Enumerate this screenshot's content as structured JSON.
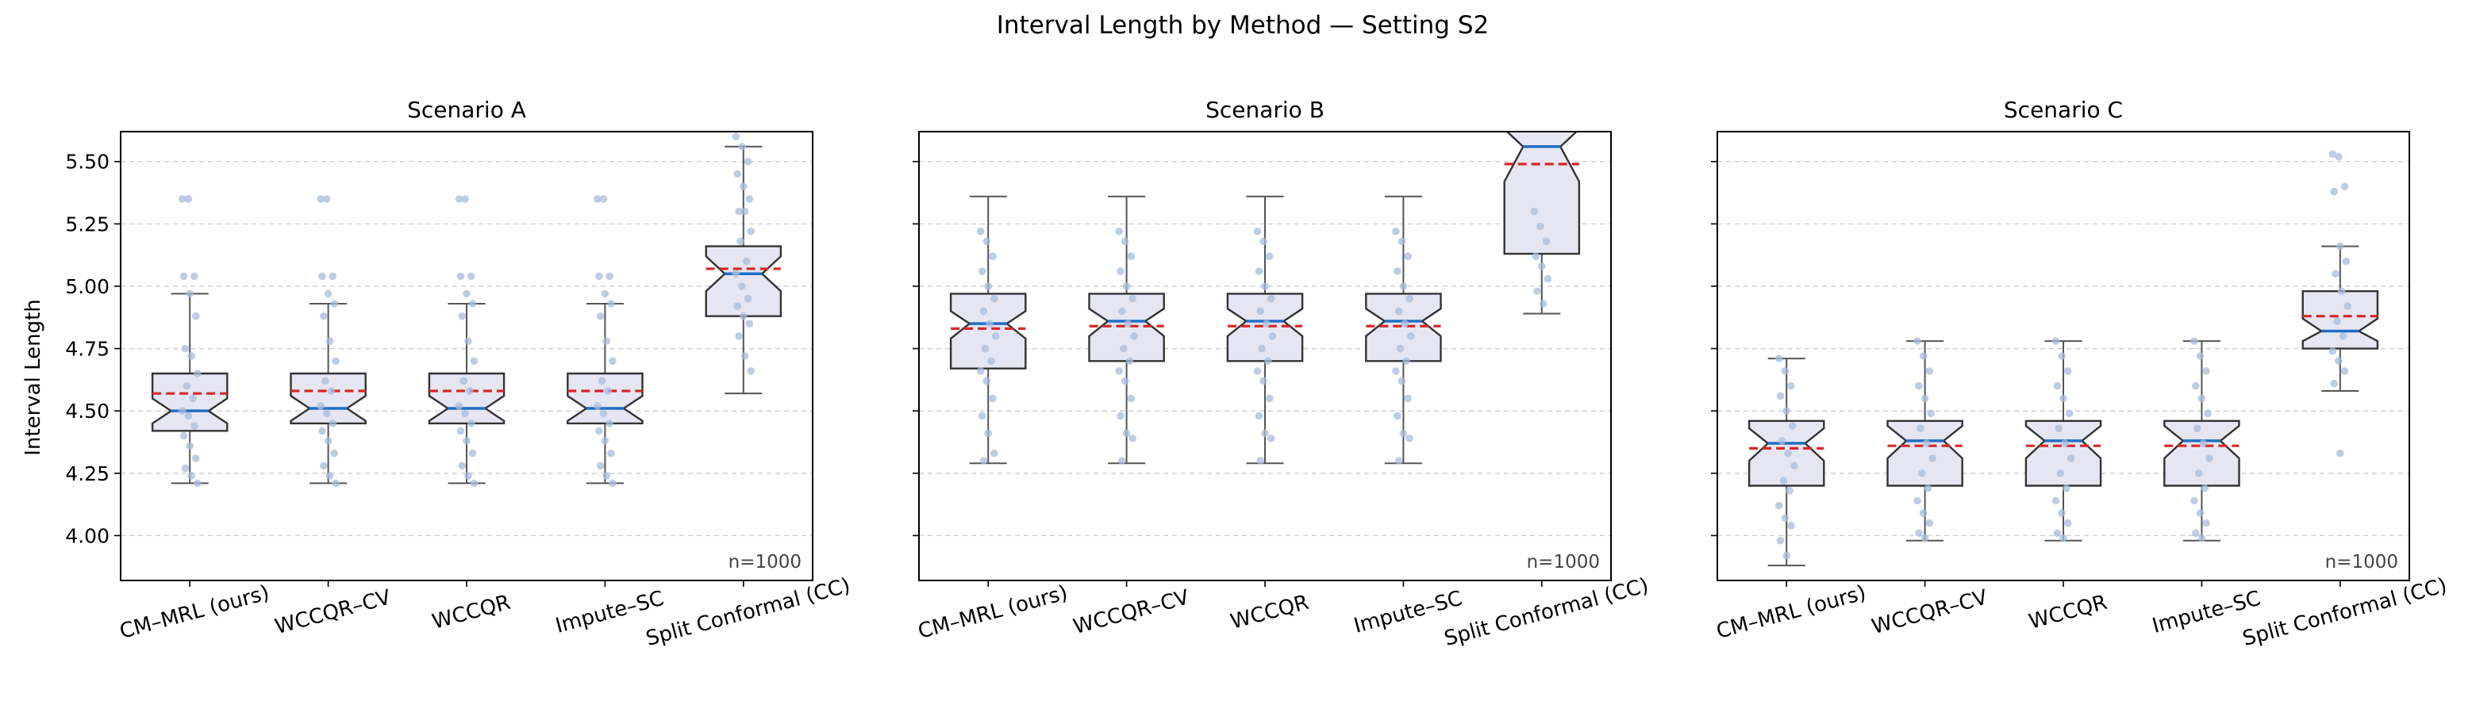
{
  "figure": {
    "title": "Interval Length by Method — Setting S2",
    "ylabel": "Interval Length",
    "colors": {
      "box_fill": "#e6e6f2",
      "box_edge": "#333333",
      "median": "#1f6fc5",
      "mean": "#d62728",
      "points": "#a9bcd9",
      "grid": "#cccccc",
      "whisker": "#555555"
    }
  },
  "chart_data": [
    {
      "type": "box",
      "title": "Scenario A",
      "note": "n=1000",
      "ylim": [
        3.82,
        5.62
      ],
      "yticks": [
        "4.00",
        "4.25",
        "4.50",
        "4.75",
        "5.00",
        "5.25",
        "5.50"
      ],
      "grid": true,
      "categories": [
        "CM–MRL (ours)",
        "WCCQR–CV",
        "WCCQR",
        "Impute–SC",
        "Split Conformal (CC)"
      ],
      "boxes": [
        {
          "whislo": 4.21,
          "q1": 4.42,
          "med": 4.5,
          "q3": 4.65,
          "whishi": 4.97,
          "mean": 4.57,
          "notch_lo": 4.45,
          "notch_hi": 4.55,
          "points": [
            5.35,
            5.35,
            5.04,
            5.04,
            4.97,
            4.88,
            4.75,
            4.72,
            4.65,
            4.6,
            4.55,
            4.5,
            4.48,
            4.44,
            4.4,
            4.36,
            4.31,
            4.27,
            4.24,
            4.21
          ]
        },
        {
          "whislo": 4.21,
          "q1": 4.45,
          "med": 4.51,
          "q3": 4.65,
          "whishi": 4.93,
          "mean": 4.58,
          "notch_lo": 4.46,
          "notch_hi": 4.56,
          "points": [
            5.35,
            5.35,
            5.04,
            5.04,
            4.97,
            4.93,
            4.88,
            4.78,
            4.7,
            4.62,
            4.58,
            4.52,
            4.49,
            4.45,
            4.42,
            4.38,
            4.33,
            4.28,
            4.24,
            4.21
          ]
        },
        {
          "whislo": 4.21,
          "q1": 4.45,
          "med": 4.51,
          "q3": 4.65,
          "whishi": 4.93,
          "mean": 4.58,
          "notch_lo": 4.46,
          "notch_hi": 4.56,
          "points": [
            5.35,
            5.35,
            5.04,
            5.04,
            4.97,
            4.93,
            4.88,
            4.78,
            4.7,
            4.62,
            4.58,
            4.52,
            4.49,
            4.45,
            4.42,
            4.38,
            4.33,
            4.28,
            4.24,
            4.21
          ]
        },
        {
          "whislo": 4.21,
          "q1": 4.45,
          "med": 4.51,
          "q3": 4.65,
          "whishi": 4.93,
          "mean": 4.58,
          "notch_lo": 4.46,
          "notch_hi": 4.56,
          "points": [
            5.35,
            5.35,
            5.04,
            5.04,
            4.97,
            4.93,
            4.88,
            4.78,
            4.7,
            4.62,
            4.58,
            4.52,
            4.49,
            4.45,
            4.42,
            4.38,
            4.33,
            4.28,
            4.24,
            4.21
          ]
        },
        {
          "whislo": 4.57,
          "q1": 4.88,
          "med": 5.05,
          "q3": 5.16,
          "whishi": 5.56,
          "mean": 5.07,
          "notch_lo": 4.98,
          "notch_hi": 5.12,
          "points": [
            5.6,
            5.56,
            5.5,
            5.45,
            5.4,
            5.35,
            5.3,
            5.3,
            5.22,
            5.18,
            5.1,
            5.05,
            5.0,
            4.95,
            4.92,
            4.88,
            4.85,
            4.8,
            4.72,
            4.66
          ]
        }
      ]
    },
    {
      "type": "box",
      "title": "Scenario B",
      "note": "n=1000",
      "ylim": [
        3.82,
        5.62
      ],
      "yticks": [
        "4.00",
        "4.25",
        "4.50",
        "4.75",
        "5.00",
        "5.25",
        "5.50"
      ],
      "grid": true,
      "categories": [
        "CM–MRL (ours)",
        "WCCQR–CV",
        "WCCQR",
        "Impute–SC",
        "Split Conformal (CC)"
      ],
      "boxes": [
        {
          "whislo": 4.29,
          "q1": 4.67,
          "med": 4.85,
          "q3": 4.97,
          "whishi": 5.36,
          "mean": 4.83,
          "notch_lo": 4.79,
          "notch_hi": 4.9,
          "points": [
            5.22,
            5.18,
            5.12,
            5.06,
            5.0,
            4.95,
            4.9,
            4.85,
            4.8,
            4.75,
            4.7,
            4.66,
            4.62,
            4.55,
            4.48,
            4.41,
            4.33,
            4.3
          ]
        },
        {
          "whislo": 4.29,
          "q1": 4.7,
          "med": 4.86,
          "q3": 4.97,
          "whishi": 5.36,
          "mean": 4.84,
          "notch_lo": 4.8,
          "notch_hi": 4.91,
          "points": [
            5.22,
            5.18,
            5.12,
            5.06,
            5.0,
            4.95,
            4.9,
            4.85,
            4.8,
            4.75,
            4.7,
            4.66,
            4.62,
            4.55,
            4.48,
            4.41,
            4.39,
            4.3
          ]
        },
        {
          "whislo": 4.29,
          "q1": 4.7,
          "med": 4.86,
          "q3": 4.97,
          "whishi": 5.36,
          "mean": 4.84,
          "notch_lo": 4.8,
          "notch_hi": 4.91,
          "points": [
            5.22,
            5.18,
            5.12,
            5.06,
            5.0,
            4.95,
            4.9,
            4.85,
            4.8,
            4.75,
            4.7,
            4.66,
            4.62,
            4.55,
            4.48,
            4.41,
            4.39,
            4.3
          ]
        },
        {
          "whislo": 4.29,
          "q1": 4.7,
          "med": 4.86,
          "q3": 4.97,
          "whishi": 5.36,
          "mean": 4.84,
          "notch_lo": 4.8,
          "notch_hi": 4.91,
          "points": [
            5.22,
            5.18,
            5.12,
            5.06,
            5.0,
            4.95,
            4.9,
            4.85,
            4.8,
            4.75,
            4.7,
            4.66,
            4.62,
            4.55,
            4.48,
            4.41,
            4.39,
            4.3
          ]
        },
        {
          "whislo": 4.89,
          "q1": 5.13,
          "med": 5.56,
          "q3": 5.7,
          "whishi": 5.8,
          "mean": 5.49,
          "notch_lo": 5.42,
          "notch_hi": 5.63,
          "points": [
            5.3,
            5.24,
            5.18,
            5.12,
            5.08,
            5.03,
            4.98,
            4.93
          ]
        }
      ]
    },
    {
      "type": "box",
      "title": "Scenario C",
      "note": "n=1000",
      "ylim": [
        3.82,
        5.62
      ],
      "yticks": [
        "4.00",
        "4.25",
        "4.50",
        "4.75",
        "5.00",
        "5.25",
        "5.50"
      ],
      "grid": true,
      "categories": [
        "CM–MRL (ours)",
        "WCCQR–CV",
        "WCCQR",
        "Impute–SC",
        "Split Conformal (CC)"
      ],
      "boxes": [
        {
          "whislo": 3.88,
          "q1": 4.2,
          "med": 4.37,
          "q3": 4.46,
          "whishi": 4.71,
          "mean": 4.35,
          "notch_lo": 4.3,
          "notch_hi": 4.43,
          "points": [
            4.71,
            4.66,
            4.6,
            4.56,
            4.5,
            4.44,
            4.38,
            4.33,
            4.28,
            4.22,
            4.18,
            4.12,
            4.07,
            4.04,
            3.98,
            3.92
          ]
        },
        {
          "whislo": 3.98,
          "q1": 4.2,
          "med": 4.38,
          "q3": 4.46,
          "whishi": 4.78,
          "mean": 4.36,
          "notch_lo": 4.31,
          "notch_hi": 4.44,
          "points": [
            4.78,
            4.72,
            4.66,
            4.6,
            4.55,
            4.49,
            4.43,
            4.37,
            4.31,
            4.25,
            4.19,
            4.14,
            4.09,
            4.05,
            4.01,
            3.99
          ]
        },
        {
          "whislo": 3.98,
          "q1": 4.2,
          "med": 4.38,
          "q3": 4.46,
          "whishi": 4.78,
          "mean": 4.36,
          "notch_lo": 4.31,
          "notch_hi": 4.44,
          "points": [
            4.78,
            4.72,
            4.66,
            4.6,
            4.55,
            4.49,
            4.43,
            4.37,
            4.31,
            4.25,
            4.19,
            4.14,
            4.09,
            4.05,
            4.01,
            3.99
          ]
        },
        {
          "whislo": 3.98,
          "q1": 4.2,
          "med": 4.38,
          "q3": 4.46,
          "whishi": 4.78,
          "mean": 4.36,
          "notch_lo": 4.31,
          "notch_hi": 4.44,
          "points": [
            4.78,
            4.72,
            4.66,
            4.6,
            4.55,
            4.49,
            4.43,
            4.37,
            4.31,
            4.25,
            4.19,
            4.14,
            4.09,
            4.05,
            4.01,
            3.99
          ]
        },
        {
          "whislo": 4.58,
          "q1": 4.75,
          "med": 4.82,
          "q3": 4.98,
          "whishi": 5.16,
          "mean": 4.88,
          "notch_lo": 4.78,
          "notch_hi": 4.87,
          "points": [
            5.53,
            5.52,
            5.4,
            5.38,
            5.16,
            5.1,
            5.05,
            4.98,
            4.92,
            4.86,
            4.8,
            4.74,
            4.7,
            4.66,
            4.61,
            4.33
          ]
        }
      ]
    }
  ]
}
